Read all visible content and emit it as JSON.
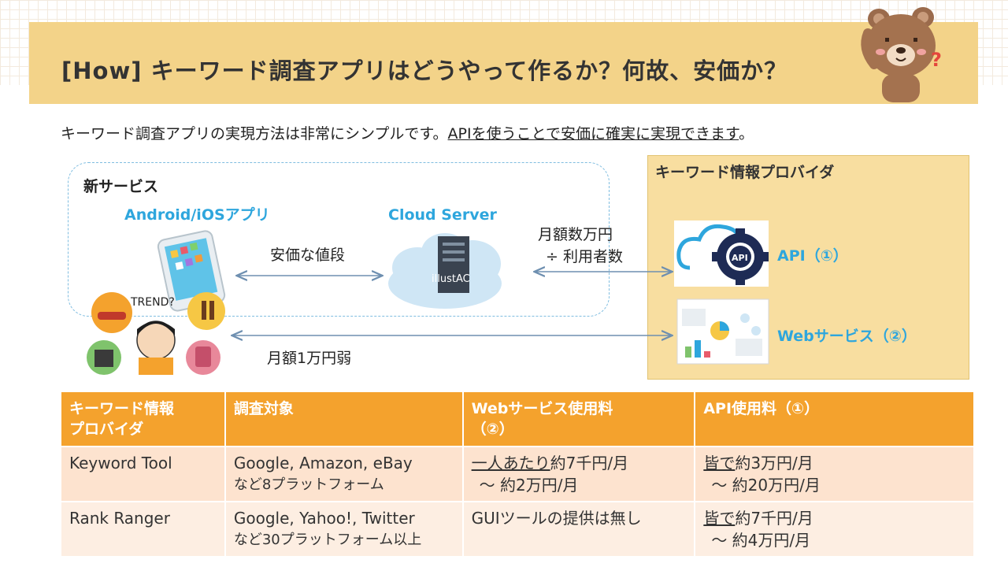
{
  "title": "[How] キーワード調査アプリはどうやって作るか？何故、安価か？",
  "intro": {
    "before": "キーワード調査アプリの実現方法は非常にシンプルです。",
    "underlined": "APIを使うことで安価に確実に実現できます",
    "after": "。"
  },
  "diagram": {
    "new_service_label": "新サービス",
    "app_label": "Android/iOSアプリ",
    "cloud_label": "Cloud Server",
    "cloud_watermark": "illustAC",
    "trend_text": "TREND?",
    "provider_label": "キーワード情報プロバイダ",
    "api_label": "API（①）",
    "api_icon_text": "API",
    "web_label": "Webサービス（②）",
    "price_app_server": "安価な値段",
    "price_server_api_line1": "月額数万円",
    "price_server_api_line2": "÷ 利用者数",
    "price_user_web": "月額1万円弱"
  },
  "table": {
    "headers": [
      "キーワード情報\nプロバイダ",
      "調査対象",
      "Webサービス使用料\n（②）",
      "API使用料（①）"
    ],
    "rows": [
      {
        "provider": "Keyword Tool",
        "target_line1": "Google, Amazon, eBay",
        "target_line2": "など8プラットフォーム",
        "web_fee_underlined": "一人あたり",
        "web_fee_rest": "約7千円/月",
        "web_fee_line2": "～ 約2万円/月",
        "api_fee_underlined": "皆で",
        "api_fee_rest": "約3万円/月",
        "api_fee_line2": "～ 約20万円/月"
      },
      {
        "provider": "Rank Ranger",
        "target_line1": "Google, Yahoo!, Twitter",
        "target_line2": "など30プラットフォーム以上",
        "web_fee_underlined": "",
        "web_fee_rest": "GUIツールの提供は無し",
        "web_fee_line2": "",
        "api_fee_underlined": "皆で",
        "api_fee_rest": "約7千円/月",
        "api_fee_line2": "～ 約4万円/月"
      }
    ]
  },
  "colors": {
    "title_band": "#f3d389",
    "accent_blue": "#2ea6dd",
    "table_header": "#f4a22d",
    "provider_box": "#f8dea0"
  }
}
